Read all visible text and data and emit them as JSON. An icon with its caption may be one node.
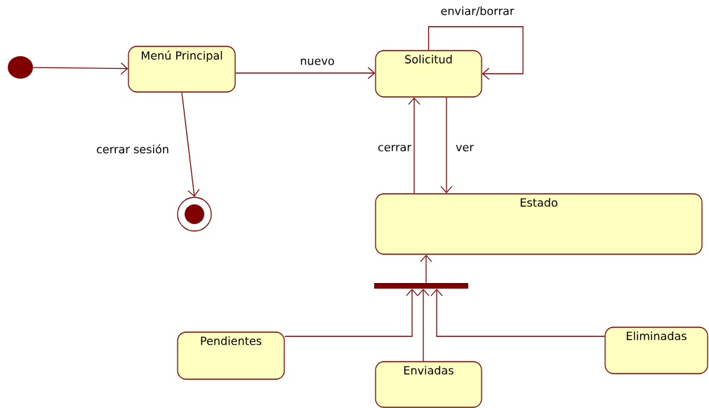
{
  "diagram": {
    "nodes": [
      {
        "text": [],
        "shape": "circle"
      },
      {
        "text": [
          "Menú Principal"
        ]
      },
      {
        "text": [
          "Solicitud"
        ]
      },
      {
        "text": [],
        "shape": "circle"
      },
      {
        "text": [
          "Estado"
        ]
      },
      {
        "text": [],
        "shape": "bar"
      },
      {
        "text": [
          "Pendientes"
        ]
      },
      {
        "text": [
          "Enviadas"
        ]
      },
      {
        "text": [
          "Eliminadas"
        ]
      }
    ],
    "edges": [
      {
        "from": 0,
        "to": 1,
        "arrow": "to"
      },
      {
        "from": 1,
        "to": 2,
        "arrow": "to",
        "label": "nuevo"
      },
      {
        "from": 2,
        "to": 2,
        "arrow": "to",
        "label": "enviar/borrar"
      },
      {
        "from": 1,
        "to": 3,
        "arrow": "to",
        "label": "cerrar sesión"
      },
      {
        "from": 4,
        "to": 2,
        "arrow": "to",
        "label": "cerrar"
      },
      {
        "from": 2,
        "to": 4,
        "arrow": "to",
        "label": "ver"
      },
      {
        "from": 5,
        "to": 4,
        "arrow": "to"
      },
      {
        "from": 6,
        "to": 5,
        "arrow": "to"
      },
      {
        "from": 7,
        "to": 5,
        "arrow": "to"
      },
      {
        "from": 8,
        "to": 5,
        "arrow": "to"
      }
    ]
  }
}
